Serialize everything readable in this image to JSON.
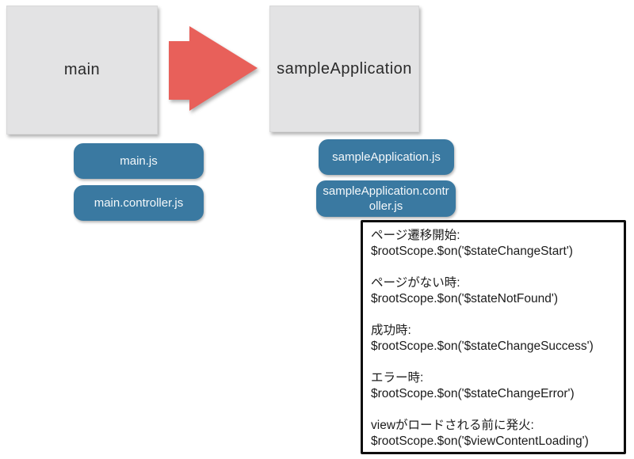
{
  "colors": {
    "canvas_background": "#ffffff",
    "state_box_fill": "#e3e3e4",
    "arrow_red": "#e8605a",
    "file_pill_blue": "#3a79a1",
    "event_border_black": "#0d0d0d"
  },
  "states": [
    {
      "name": "main",
      "files": [
        "main.js",
        "main.controller.js"
      ]
    },
    {
      "name": "sampleApplication",
      "files": [
        "sampleApplication.js",
        "sampleApplication.controller.js"
      ]
    }
  ],
  "arrow": {
    "direction": "right"
  },
  "event_box": {
    "events": [
      {
        "label": "ページ遷移開始:",
        "code": "$rootScope.$on('$stateChangeStart')"
      },
      {
        "label": "ページがない時:",
        "code": "$rootScope.$on('$stateNotFound')"
      },
      {
        "label": "成功時:",
        "code": "$rootScope.$on('$stateChangeSuccess')"
      },
      {
        "label": "エラー時:",
        "code": "$rootScope.$on('$stateChangeError')"
      },
      {
        "label": "viewがロードされる前に発火:",
        "code": "$rootScope.$on('$viewContentLoading')"
      }
    ]
  }
}
